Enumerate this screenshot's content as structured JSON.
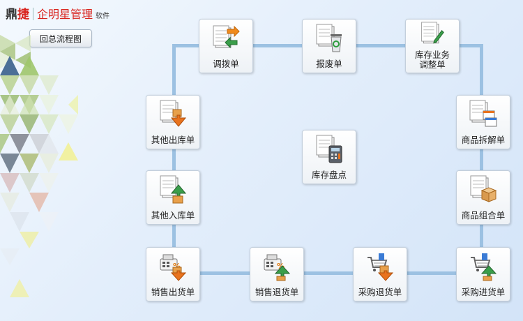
{
  "brand": {
    "name_part1": "鼎",
    "name_part2": "捷",
    "product": "企明星管理",
    "suffix": "软件"
  },
  "back_button": {
    "label": "回总流程图"
  },
  "nodes": {
    "transfer": {
      "label": "调拨单"
    },
    "scrap": {
      "label": "报废单"
    },
    "adjust": {
      "line1": "库存业务",
      "line2": "调整单"
    },
    "other_out": {
      "label": "其他出库单"
    },
    "stocktake": {
      "label": "库存盘点"
    },
    "disassemble": {
      "label": "商品拆解单"
    },
    "other_in": {
      "label": "其他入库单"
    },
    "assemble": {
      "label": "商品组合单"
    },
    "sales_out": {
      "label": "销售出货单"
    },
    "sales_return": {
      "label": "销售退货单"
    },
    "purchase_return": {
      "label": "采购退货单"
    },
    "purchase_in": {
      "label": "采购进货单"
    }
  }
}
